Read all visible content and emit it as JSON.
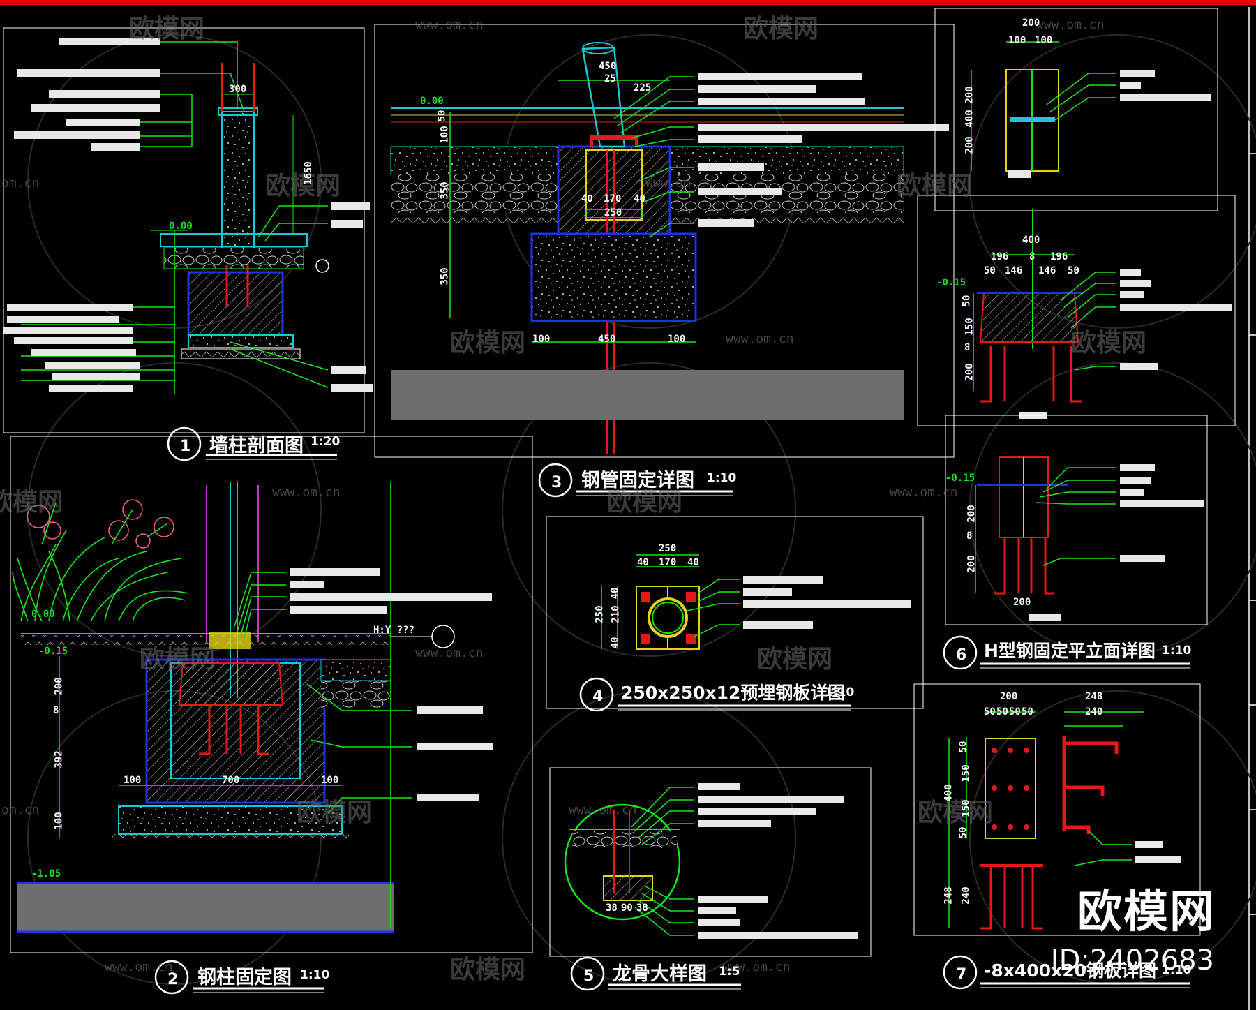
{
  "titles": [
    {
      "num": "1",
      "text": "墙柱剖面图",
      "scale": "1:20"
    },
    {
      "num": "2",
      "text": "钢柱固定图",
      "scale": "1:10"
    },
    {
      "num": "3",
      "text": "钢管固定详图",
      "scale": "1:10"
    },
    {
      "num": "4",
      "text": "250x250x12预埋钢板详图",
      "scale": "1:10"
    },
    {
      "num": "5",
      "text": "龙骨大样图",
      "scale": "1:5"
    },
    {
      "num": "6",
      "text": "H型钢固定平立面详图",
      "scale": "1:10"
    },
    {
      "num": "7",
      "text": "-8x400x20钢板详图",
      "scale": "1:10"
    }
  ],
  "dims": {
    "d1": [
      "300",
      "1650",
      "0.00"
    ],
    "d2": [
      "0.00",
      "-0.15",
      "200",
      "8",
      "392",
      "100",
      "700",
      "100",
      "100",
      "-1.05",
      "H:Y ??? "
    ],
    "d3": [
      "0.00",
      "450",
      "25",
      "225",
      "50",
      "100",
      "350",
      "40",
      "170",
      "40",
      "250",
      "350",
      "100",
      "450",
      "100"
    ],
    "d4": [
      "250",
      "40",
      "170",
      "40",
      "250",
      "210",
      "40",
      "40"
    ],
    "d6": [
      "200",
      "100",
      "100",
      "200",
      "400",
      "200",
      "400",
      "196",
      "8",
      "196",
      "50",
      "146",
      "146",
      "50",
      "-0.15",
      "50",
      "150",
      "8",
      "200",
      "-0.15",
      "200",
      "8",
      "200",
      "200"
    ],
    "d7": [
      "200",
      "50",
      "50",
      "50",
      "50",
      "248",
      "240",
      "50",
      "150",
      "150",
      "50",
      "400",
      "240",
      "248",
      "38",
      "90",
      "38"
    ]
  },
  "watermark": {
    "name": "欧模网",
    "url": "www.om.cn",
    "url_short": "om.cn"
  },
  "brand": {
    "name": "欧模网",
    "id": "ID:2402683"
  },
  "colors": {
    "green": "#19e619",
    "cyan": "#19c8d2",
    "red": "#e61919",
    "yellow": "#e6d219",
    "blue": "#1e32e6",
    "white": "#ffffff",
    "magenta": "#c832c8",
    "pink": "#f06482",
    "frame_red": "#e60000"
  }
}
